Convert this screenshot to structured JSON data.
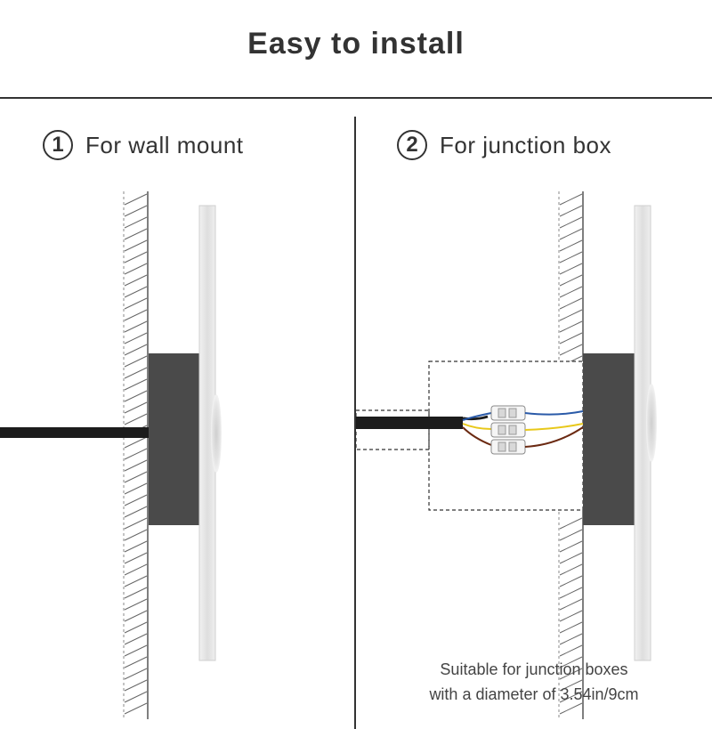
{
  "title": "Easy to install",
  "steps": [
    {
      "number": "1",
      "label": "For wall mount"
    },
    {
      "number": "2",
      "label": "For junction box"
    }
  ],
  "note": {
    "line1": "Suitable for junction boxes",
    "line2": "with a diameter of 3.54in/9cm"
  }
}
